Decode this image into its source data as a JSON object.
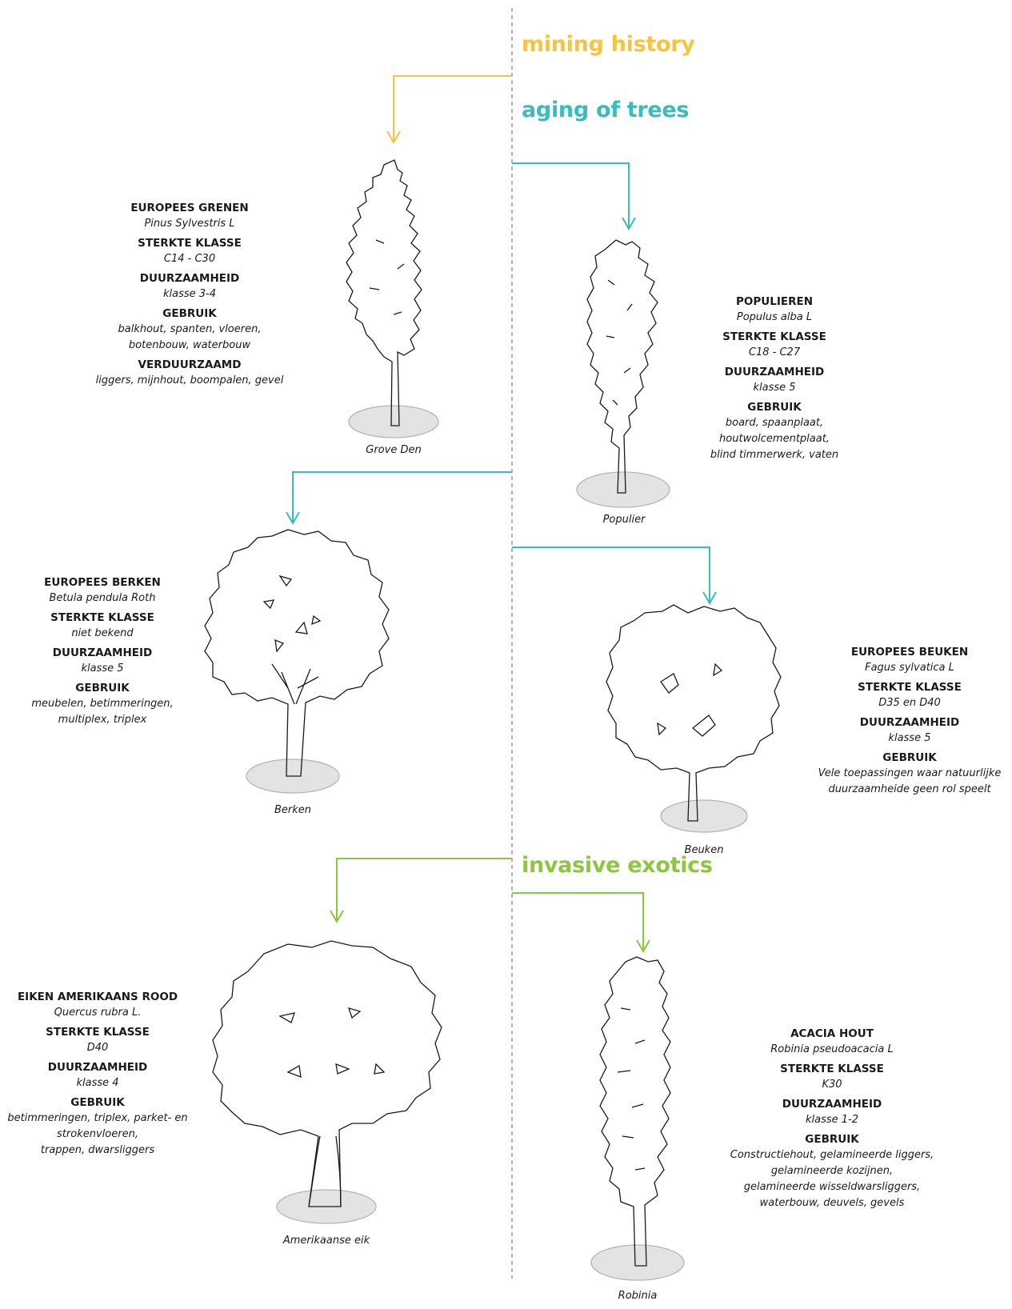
{
  "colors": {
    "mining": "#f5c542",
    "aging": "#3bbcbc",
    "invasive": "#8dc63f",
    "axis": "#9a9a9a",
    "ground": "#e3e3e3"
  },
  "headings": {
    "mining": "mining history",
    "aging": "aging of trees",
    "invasive": "invasive exotics"
  },
  "labels": {
    "strength": "STERKTE KLASSE",
    "durability": "DUURZAAMHEID",
    "use": "GEBRUIK",
    "treated": "VERDUURZAAMD"
  },
  "trees": {
    "grove": {
      "name": "EUROPEES GRENEN",
      "latin": "Pinus Sylvestris L",
      "strength": "C14 - C30",
      "durability": "klasse 3-4",
      "use": "balkhout, spanten, vloeren,\nbotenbouw, waterbouw",
      "treated": "liggers, mijnhout, boompalen, gevel",
      "caption": "Grove Den",
      "icon": "pine-tree-icon"
    },
    "populier": {
      "name": "POPULIEREN",
      "latin": "Populus  alba L",
      "strength": "C18 - C27",
      "durability": "klasse 5",
      "use": "board, spaanplaat,\nhoutwolcementplaat,\nblind timmerwerk, vaten",
      "caption": "Populier",
      "icon": "poplar-tree-icon"
    },
    "berken": {
      "name": "EUROPEES BERKEN",
      "latin": "Betula pendula Roth",
      "strength": "niet bekend",
      "durability": "klasse 5",
      "use": "meubelen, betimmeringen,\nmultiplex, triplex",
      "caption": "Berken",
      "icon": "birch-tree-icon"
    },
    "beuken": {
      "name": "EUROPEES BEUKEN",
      "latin": "Fagus sylvatica L",
      "strength": "D35 en D40",
      "durability": "klasse 5",
      "use": "Vele toepassingen waar natuurlijke\nduurzaamheide geen rol speelt",
      "caption": "Beuken",
      "icon": "beech-tree-icon"
    },
    "eik": {
      "name": "EIKEN AMERIKAANS ROOD",
      "latin": "Quercus rubra L.",
      "strength": "D40",
      "durability": "klasse 4",
      "use": "betimmeringen, triplex, parket- en\nstrokenvloeren,\ntrappen, dwarsliggers",
      "caption": "Amerikaanse eik",
      "icon": "oak-tree-icon"
    },
    "robinia": {
      "name": "ACACIA HOUT",
      "latin": "Robinia pseudoacacia L",
      "strength": "K30",
      "durability": "klasse 1-2",
      "use": "Constructiehout, gelamineerde liggers,\ngelamineerde kozijnen,\ngelamineerde wisseldwarsliggers,\nwaterbouw, deuvels, gevels",
      "caption": "Robinia",
      "icon": "robinia-tree-icon"
    }
  }
}
